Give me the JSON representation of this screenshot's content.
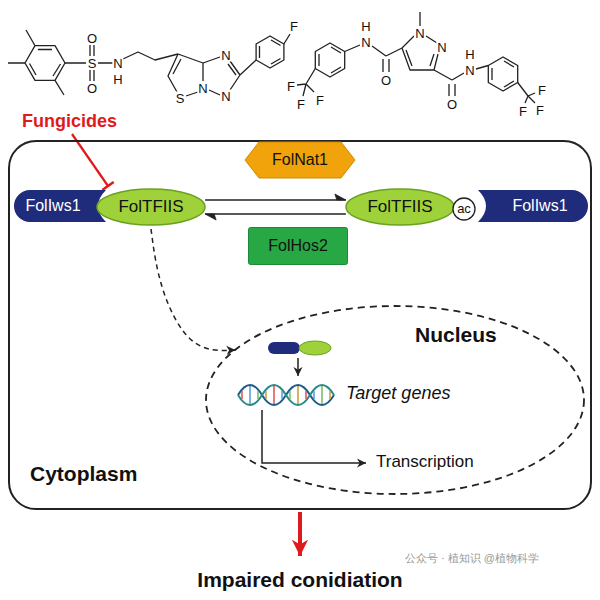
{
  "diagram": {
    "nodes": [
      {
        "text": [
          "Cytoplasm"
        ]
      },
      {
        "text": [
          "FolIws1"
        ],
        "in": 0
      },
      {
        "text": [
          "FolTFIIS"
        ],
        "in": 0
      },
      {
        "text": [
          "FolNat1"
        ],
        "in": 0
      },
      {
        "text": [
          "FolTFIIS"
        ],
        "in": 0
      },
      {
        "text": [
          "ac"
        ],
        "in": 0
      },
      {
        "text": [
          "FolIws1"
        ],
        "in": 0
      },
      {
        "text": [
          "FolHos2"
        ],
        "in": 0
      },
      {
        "text": [
          "Nucleus"
        ],
        "in": 0
      }
    ],
    "edges": [
      {
        "from": 2,
        "to": 4,
        "arrow": "to"
      },
      {
        "from": 4,
        "to": 2,
        "arrow": "to"
      },
      {
        "from": 2,
        "to": 8,
        "arrow": "to"
      }
    ],
    "labels": [
      "Fungicides",
      "Target genes",
      "Transcription",
      "Impaired conidiation",
      "公众号 · 植知识 @植物科学",
      "O",
      "S",
      "O",
      "N",
      "H",
      "S",
      "N",
      "N",
      "N",
      "F",
      "F",
      "F",
      "F",
      "N",
      "H",
      "O",
      "N",
      "N",
      "O",
      "N",
      "H",
      "F",
      "F",
      "F"
    ]
  }
}
